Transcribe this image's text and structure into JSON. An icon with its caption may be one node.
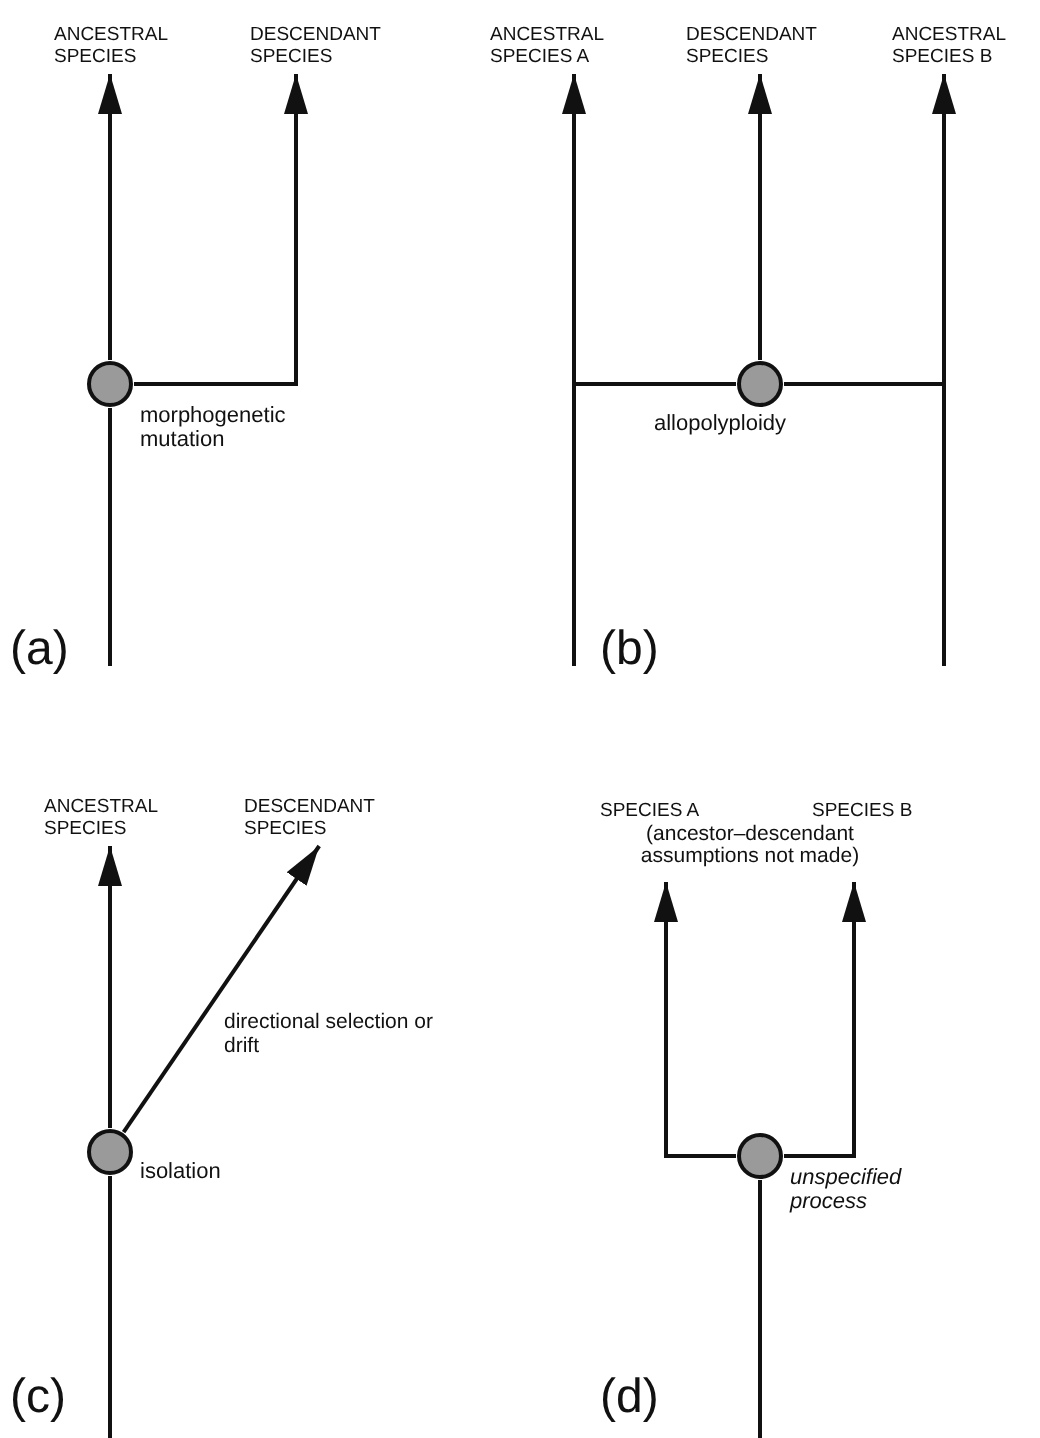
{
  "diagram": {
    "nodes": [
      {
        "text": [
          "ANCESTRAL SPECIES"
        ]
      },
      {
        "text": [
          "DESCENDANT SPECIES"
        ]
      },
      {
        "text": [
          "morphogenetic mutation"
        ]
      },
      {
        "text": [
          "ANCESTRAL SPECIES A"
        ]
      },
      {
        "text": [
          "DESCENDANT SPECIES"
        ]
      },
      {
        "text": [
          "ANCESTRAL SPECIES B"
        ]
      },
      {
        "text": [
          "allopolyploidy"
        ]
      },
      {
        "text": [
          "ANCESTRAL SPECIES"
        ]
      },
      {
        "text": [
          "DESCENDANT SPECIES"
        ]
      },
      {
        "text": [
          "isolation"
        ]
      },
      {
        "text": [
          "SPECIES A"
        ]
      },
      {
        "text": [
          "SPECIES B"
        ]
      },
      {
        "text": [
          "unspecified process"
        ]
      }
    ],
    "edges": [
      {
        "from": null,
        "to": 2,
        "arrow": "none"
      },
      {
        "from": 2,
        "to": 0,
        "arrow": "to"
      },
      {
        "from": 2,
        "to": 1,
        "arrow": "to"
      },
      {
        "from": null,
        "to": 3,
        "arrow": "to"
      },
      {
        "from": null,
        "to": 5,
        "arrow": "to"
      },
      {
        "from": null,
        "to": 6,
        "arrow": "none"
      },
      {
        "from": null,
        "to": 6,
        "arrow": "none"
      },
      {
        "from": 6,
        "to": 4,
        "arrow": "to"
      },
      {
        "from": null,
        "to": 9,
        "arrow": "none"
      },
      {
        "from": 9,
        "to": 7,
        "arrow": "to"
      },
      {
        "from": 9,
        "to": 8,
        "arrow": "to",
        "label": "directional selection or drift"
      },
      {
        "from": null,
        "to": 12,
        "arrow": "none"
      },
      {
        "from": 12,
        "to": 10,
        "arrow": "to"
      },
      {
        "from": 12,
        "to": 11,
        "arrow": "to"
      }
    ],
    "labels": [
      "(a)",
      "(b)",
      "(ancestor–descendant assumptions not made)",
      "(c)",
      "(d)"
    ]
  }
}
